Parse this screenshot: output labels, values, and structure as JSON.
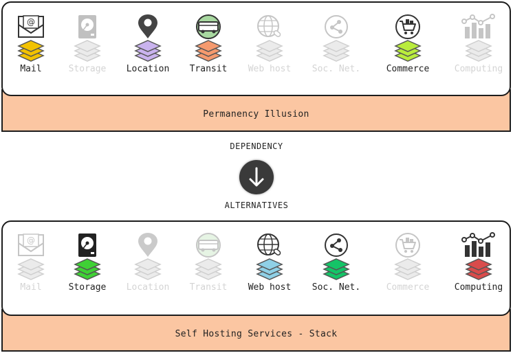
{
  "top": {
    "band_label": "Permanency Illusion",
    "services": [
      {
        "label": "Mail",
        "icon": "envelope-icon",
        "layer_color": "#f2c200",
        "active": true
      },
      {
        "label": "Storage",
        "icon": "hard-drive-icon",
        "layer_color": "#bbbbbb",
        "active": false
      },
      {
        "label": "Location",
        "icon": "map-pin-icon",
        "layer_color": "#c9b3ee",
        "active": true
      },
      {
        "label": "Transit",
        "icon": "bus-icon",
        "layer_color": "#f59a6e",
        "active": true
      },
      {
        "label": "Web host",
        "icon": "globe-icon",
        "layer_color": "#bbbbbb",
        "active": false
      },
      {
        "label": "Soc. Net.",
        "icon": "share-icon",
        "layer_color": "#bbbbbb",
        "active": false
      },
      {
        "label": "Commerce",
        "icon": "shopping-cart-icon",
        "layer_color": "#b9ec3c",
        "active": true
      },
      {
        "label": "Computing",
        "icon": "chart-icon",
        "layer_color": "#bbbbbb",
        "active": false
      }
    ]
  },
  "middle": {
    "dependency_label": "DEPENDENCY",
    "arrow_icon": "arrow-down-icon",
    "alternatives_label": "ALTERNATIVES"
  },
  "bottom": {
    "band_label": "Self Hosting Services - Stack",
    "services": [
      {
        "label": "Mail",
        "icon": "envelope-icon",
        "layer_color": "#bbbbbb",
        "active": false
      },
      {
        "label": "Storage",
        "icon": "hard-drive-icon",
        "layer_color": "#3fd135",
        "active": true
      },
      {
        "label": "Location",
        "icon": "map-pin-icon",
        "layer_color": "#bbbbbb",
        "active": false
      },
      {
        "label": "Transit",
        "icon": "bus-icon",
        "layer_color": "#bbbbbb",
        "active": false
      },
      {
        "label": "Web host",
        "icon": "globe-icon",
        "layer_color": "#8fd0e6",
        "active": true
      },
      {
        "label": "Soc. Net.",
        "icon": "share-icon",
        "layer_color": "#14c467",
        "active": true
      },
      {
        "label": "Commerce",
        "icon": "shopping-cart-icon",
        "layer_color": "#bbbbbb",
        "active": false
      },
      {
        "label": "Computing",
        "icon": "chart-icon",
        "layer_color": "#d94b4b",
        "active": true
      }
    ]
  }
}
